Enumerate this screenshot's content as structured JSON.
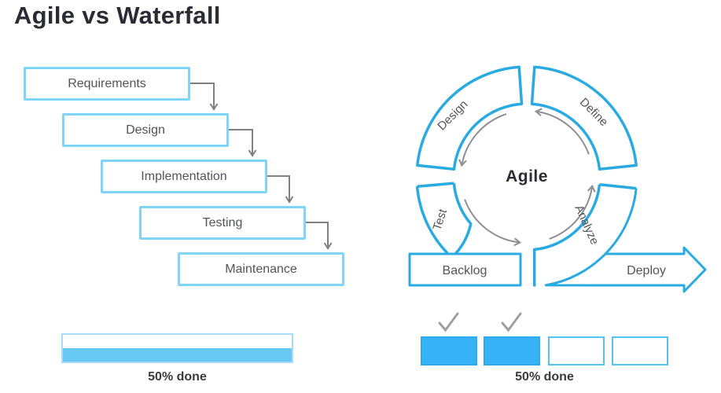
{
  "title": "Agile vs Waterfall",
  "waterfall": {
    "steps": [
      "Requirements",
      "Design",
      "Implementation",
      "Testing",
      "Maintenance"
    ],
    "progress": {
      "label": "50% done",
      "percent": 50
    }
  },
  "agile": {
    "center": "Agile",
    "segments": {
      "top_left": "Design",
      "top_right": "Define",
      "bottom_left": "Test",
      "bottom_right": "Analyze"
    },
    "backlog": "Backlog",
    "deploy": "Deploy",
    "progress": {
      "label": "50% done",
      "percent": 50,
      "sprints_done": 2,
      "sprints_total": 4
    }
  },
  "icons": {
    "connector_arrow": "elbow-arrow-icon",
    "cycle_arrows": "circular-arrows-icon",
    "sprint_check": "check-icon"
  },
  "colors": {
    "accent_blue": "#29abe2",
    "sprint_fill_blue": "#36b3f6",
    "light_box_border": "#7fd4f7",
    "bar_fill_blue": "#69c9f5",
    "connector_gray": "#7f7f84",
    "cycle_arrow_gray": "#8e8e93",
    "check_gray": "#9fa0a4",
    "title_dark": "#2b2b33",
    "text_gray": "#54555a"
  }
}
